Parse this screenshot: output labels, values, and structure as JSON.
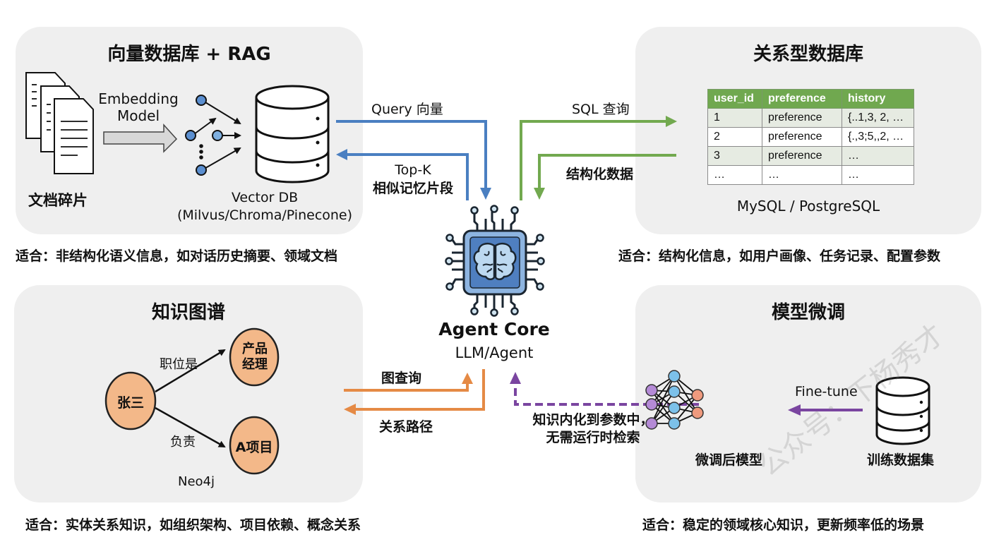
{
  "vector_panel": {
    "title": "向量数据库 + RAG",
    "docs_label": "文档碎片",
    "embedding_label_line1": "Embedding",
    "embedding_label_line2": "Model",
    "db_label_line1": "Vector DB",
    "db_label_line2": "(Milvus/Chroma/Pinecone)",
    "note": "适合：非结构化语义信息，如对话历史摘要、领域文档"
  },
  "relational_panel": {
    "title": "关系型数据库",
    "table": {
      "headers": [
        "user_id",
        "preference",
        "history"
      ],
      "rows": [
        [
          "1",
          "preference",
          "{..1,3, 2, …"
        ],
        [
          "2",
          "preference",
          "{.,3;5,,2, …"
        ],
        [
          "3",
          "preference",
          "…"
        ],
        [
          "…",
          "…",
          "…"
        ]
      ]
    },
    "db_label": "MySQL / PostgreSQL",
    "note": "适合：结构化信息，如用户画像、任务记录、配置参数"
  },
  "graph_panel": {
    "title": "知识图谱",
    "nodes": {
      "person": "张三",
      "role_line1": "产品",
      "role_line2": "经理",
      "project": "A项目"
    },
    "edges": {
      "position": "职位是",
      "responsible": "负责"
    },
    "db_label": "Neo4j",
    "note": "适合：实体关系知识，如组织架构、项目依赖、概念关系"
  },
  "finetune_panel": {
    "title": "模型微调",
    "model_label": "微调后模型",
    "dataset_label": "训练数据集",
    "finetune_arrow_label": "Fine-tune",
    "note": "适合：稳定的领域核心知识，更新频率低的场景"
  },
  "center": {
    "title": "Agent Core",
    "subtitle": "LLM/Agent",
    "arrows": {
      "query_vector": "Query 向量",
      "topk_line1": "Top-K",
      "topk_line2": "相似记忆片段",
      "sql_query": "SQL 查询",
      "structured_data": "结构化数据",
      "graph_query": "图查询",
      "relation_path": "关系路径",
      "internalize_line1": "知识内化到参数中，",
      "internalize_line2": "无需运行时检索"
    }
  },
  "colors": {
    "blue": "#4a7fc1",
    "green": "#72a94f",
    "orange": "#e58a45",
    "purple": "#7a45a0",
    "node_fill": "#f3b889",
    "panel_bg": "#efefef"
  },
  "watermark": "公众号：下杨秀才"
}
